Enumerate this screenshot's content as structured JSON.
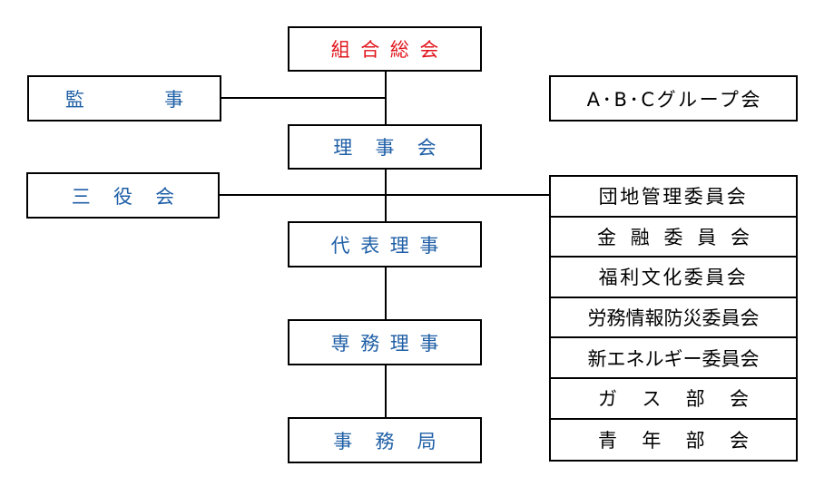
{
  "chart": {
    "general_meeting": "組合総会",
    "auditor": "監　事",
    "board": "理事会",
    "three_officers": "三役会",
    "representative": "代表理事",
    "managing": "専務理事",
    "secretariat": "事務局",
    "abc_group": "A･B･Cグループ会",
    "committees": [
      "団地管理委員会",
      "金融委員会",
      "福利文化委員会",
      "労務情報防災委員会",
      "新エネルギー委員会",
      "ガス部会",
      "青年部会"
    ]
  },
  "colors": {
    "accent_red": "#e0141b",
    "accent_blue": "#1f5fa6",
    "line": "#000000"
  }
}
